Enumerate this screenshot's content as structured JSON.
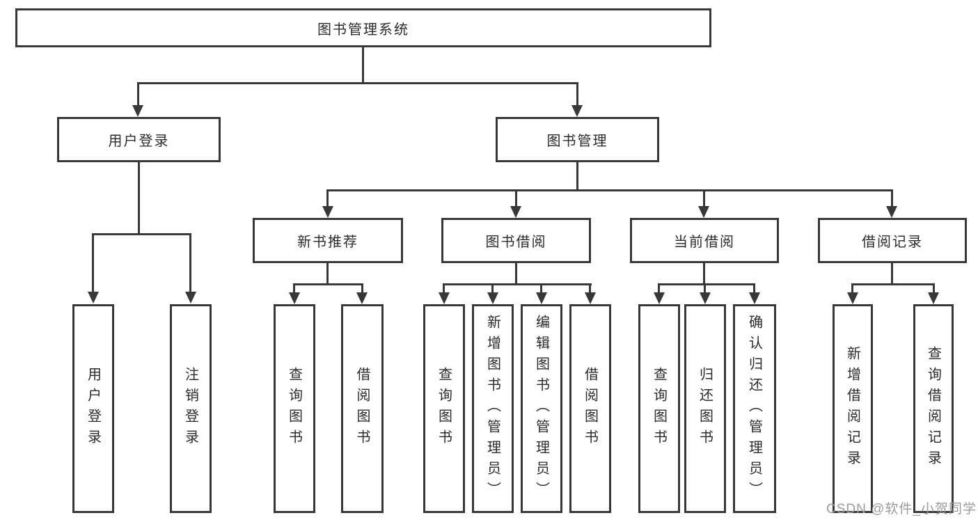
{
  "colors": {
    "background": "#ffffff",
    "line": "#383838",
    "box_border": "#383838",
    "text": "#2b2b2b",
    "watermark": "#9b9b9f"
  },
  "tree": {
    "root": {
      "label": "图书管理系统"
    },
    "branches": [
      {
        "label": "用户登录",
        "children": [
          {
            "label": "用户登录"
          },
          {
            "label": "注销登录"
          }
        ]
      },
      {
        "label": "图书管理",
        "children": [
          {
            "label": "新书推荐",
            "children": [
              {
                "label": "查询图书"
              },
              {
                "label": "借阅图书"
              }
            ]
          },
          {
            "label": "图书借阅",
            "children": [
              {
                "label": "查询图书"
              },
              {
                "label": "新增图书（管理员）"
              },
              {
                "label": "编辑图书（管理员）"
              },
              {
                "label": "借阅图书"
              }
            ]
          },
          {
            "label": "当前借阅",
            "children": [
              {
                "label": "查询图书"
              },
              {
                "label": "归还图书"
              },
              {
                "label": "确认归还（管理员）"
              }
            ]
          },
          {
            "label": "借阅记录",
            "children": [
              {
                "label": "新增借阅记录"
              },
              {
                "label": "查询借阅记录"
              }
            ]
          }
        ]
      }
    ]
  },
  "watermark": {
    "text": "CSDN @软件_小贺同学"
  }
}
